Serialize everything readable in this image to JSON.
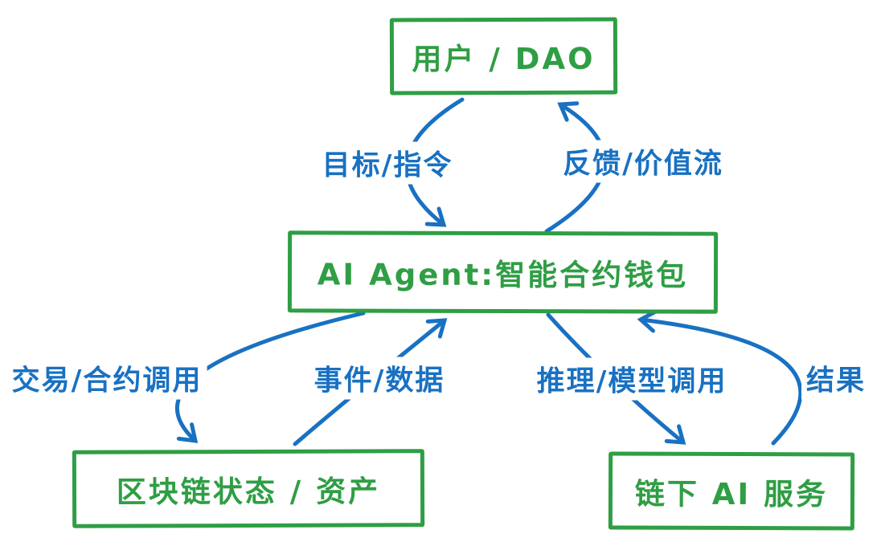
{
  "diagram": {
    "title": "AI Agent smart-contract wallet architecture",
    "colors": {
      "node": "#2f9e44",
      "edge": "#1971c2",
      "background": "#ffffff"
    },
    "nodes": [
      {
        "id": "user-dao",
        "label": "用户 / DAO"
      },
      {
        "id": "ai-agent",
        "label": "AI Agent:智能合约钱包"
      },
      {
        "id": "blockchain-state",
        "label": "区块链状态 / 资产"
      },
      {
        "id": "offchain-ai",
        "label": "链下 AI 服务"
      }
    ],
    "edges": [
      {
        "from": "user-dao",
        "to": "ai-agent",
        "label": "目标/指令"
      },
      {
        "from": "ai-agent",
        "to": "user-dao",
        "label": "反馈/价值流"
      },
      {
        "from": "ai-agent",
        "to": "blockchain-state",
        "label": "交易/合约调用"
      },
      {
        "from": "blockchain-state",
        "to": "ai-agent",
        "label": "事件/数据"
      },
      {
        "from": "ai-agent",
        "to": "offchain-ai",
        "label": "推理/模型调用"
      },
      {
        "from": "offchain-ai",
        "to": "ai-agent",
        "label": "结果"
      }
    ]
  }
}
